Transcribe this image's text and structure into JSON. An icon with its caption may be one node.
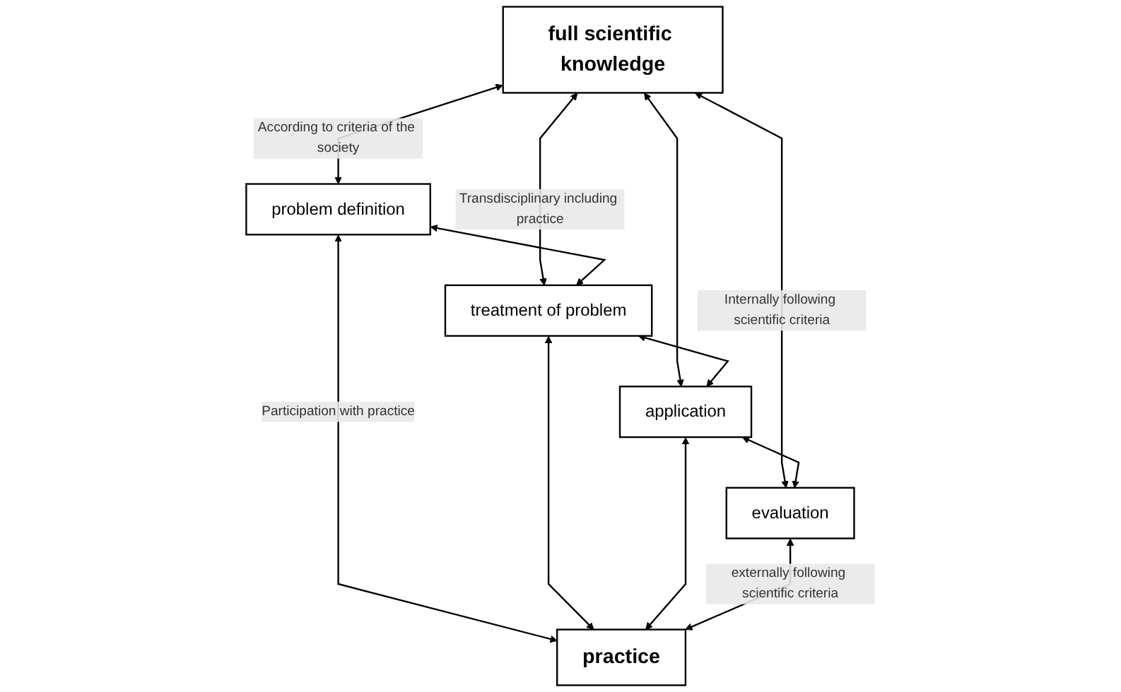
{
  "diagram": {
    "nodes": [
      {
        "text": [
          "full scientific knowledge"
        ]
      },
      {
        "text": [
          "problem definition"
        ]
      },
      {
        "text": [
          "treatment of problem"
        ]
      },
      {
        "text": [
          "application"
        ]
      },
      {
        "text": [
          "evaluation"
        ]
      },
      {
        "text": [
          "practice"
        ]
      }
    ],
    "edges": [
      {
        "from": 0,
        "to": 1,
        "arrow": "both",
        "label": "According to criteria of the society"
      },
      {
        "from": 0,
        "to": 2,
        "arrow": "both",
        "label": "Transdisciplinary including practice"
      },
      {
        "from": 0,
        "to": 3,
        "arrow": "both"
      },
      {
        "from": 0,
        "to": 4,
        "arrow": "both",
        "label": "Internally following scientific criteria"
      },
      {
        "from": 1,
        "to": 2,
        "arrow": "both"
      },
      {
        "from": 2,
        "to": 3,
        "arrow": "both"
      },
      {
        "from": 3,
        "to": 4,
        "arrow": "both"
      },
      {
        "from": 1,
        "to": 5,
        "arrow": "both",
        "label": "Participation with practice"
      },
      {
        "from": 2,
        "to": 5,
        "arrow": "both"
      },
      {
        "from": 3,
        "to": 5,
        "arrow": "both"
      },
      {
        "from": 4,
        "to": 5,
        "arrow": "both",
        "label": "externally following scientific criteria"
      }
    ]
  }
}
